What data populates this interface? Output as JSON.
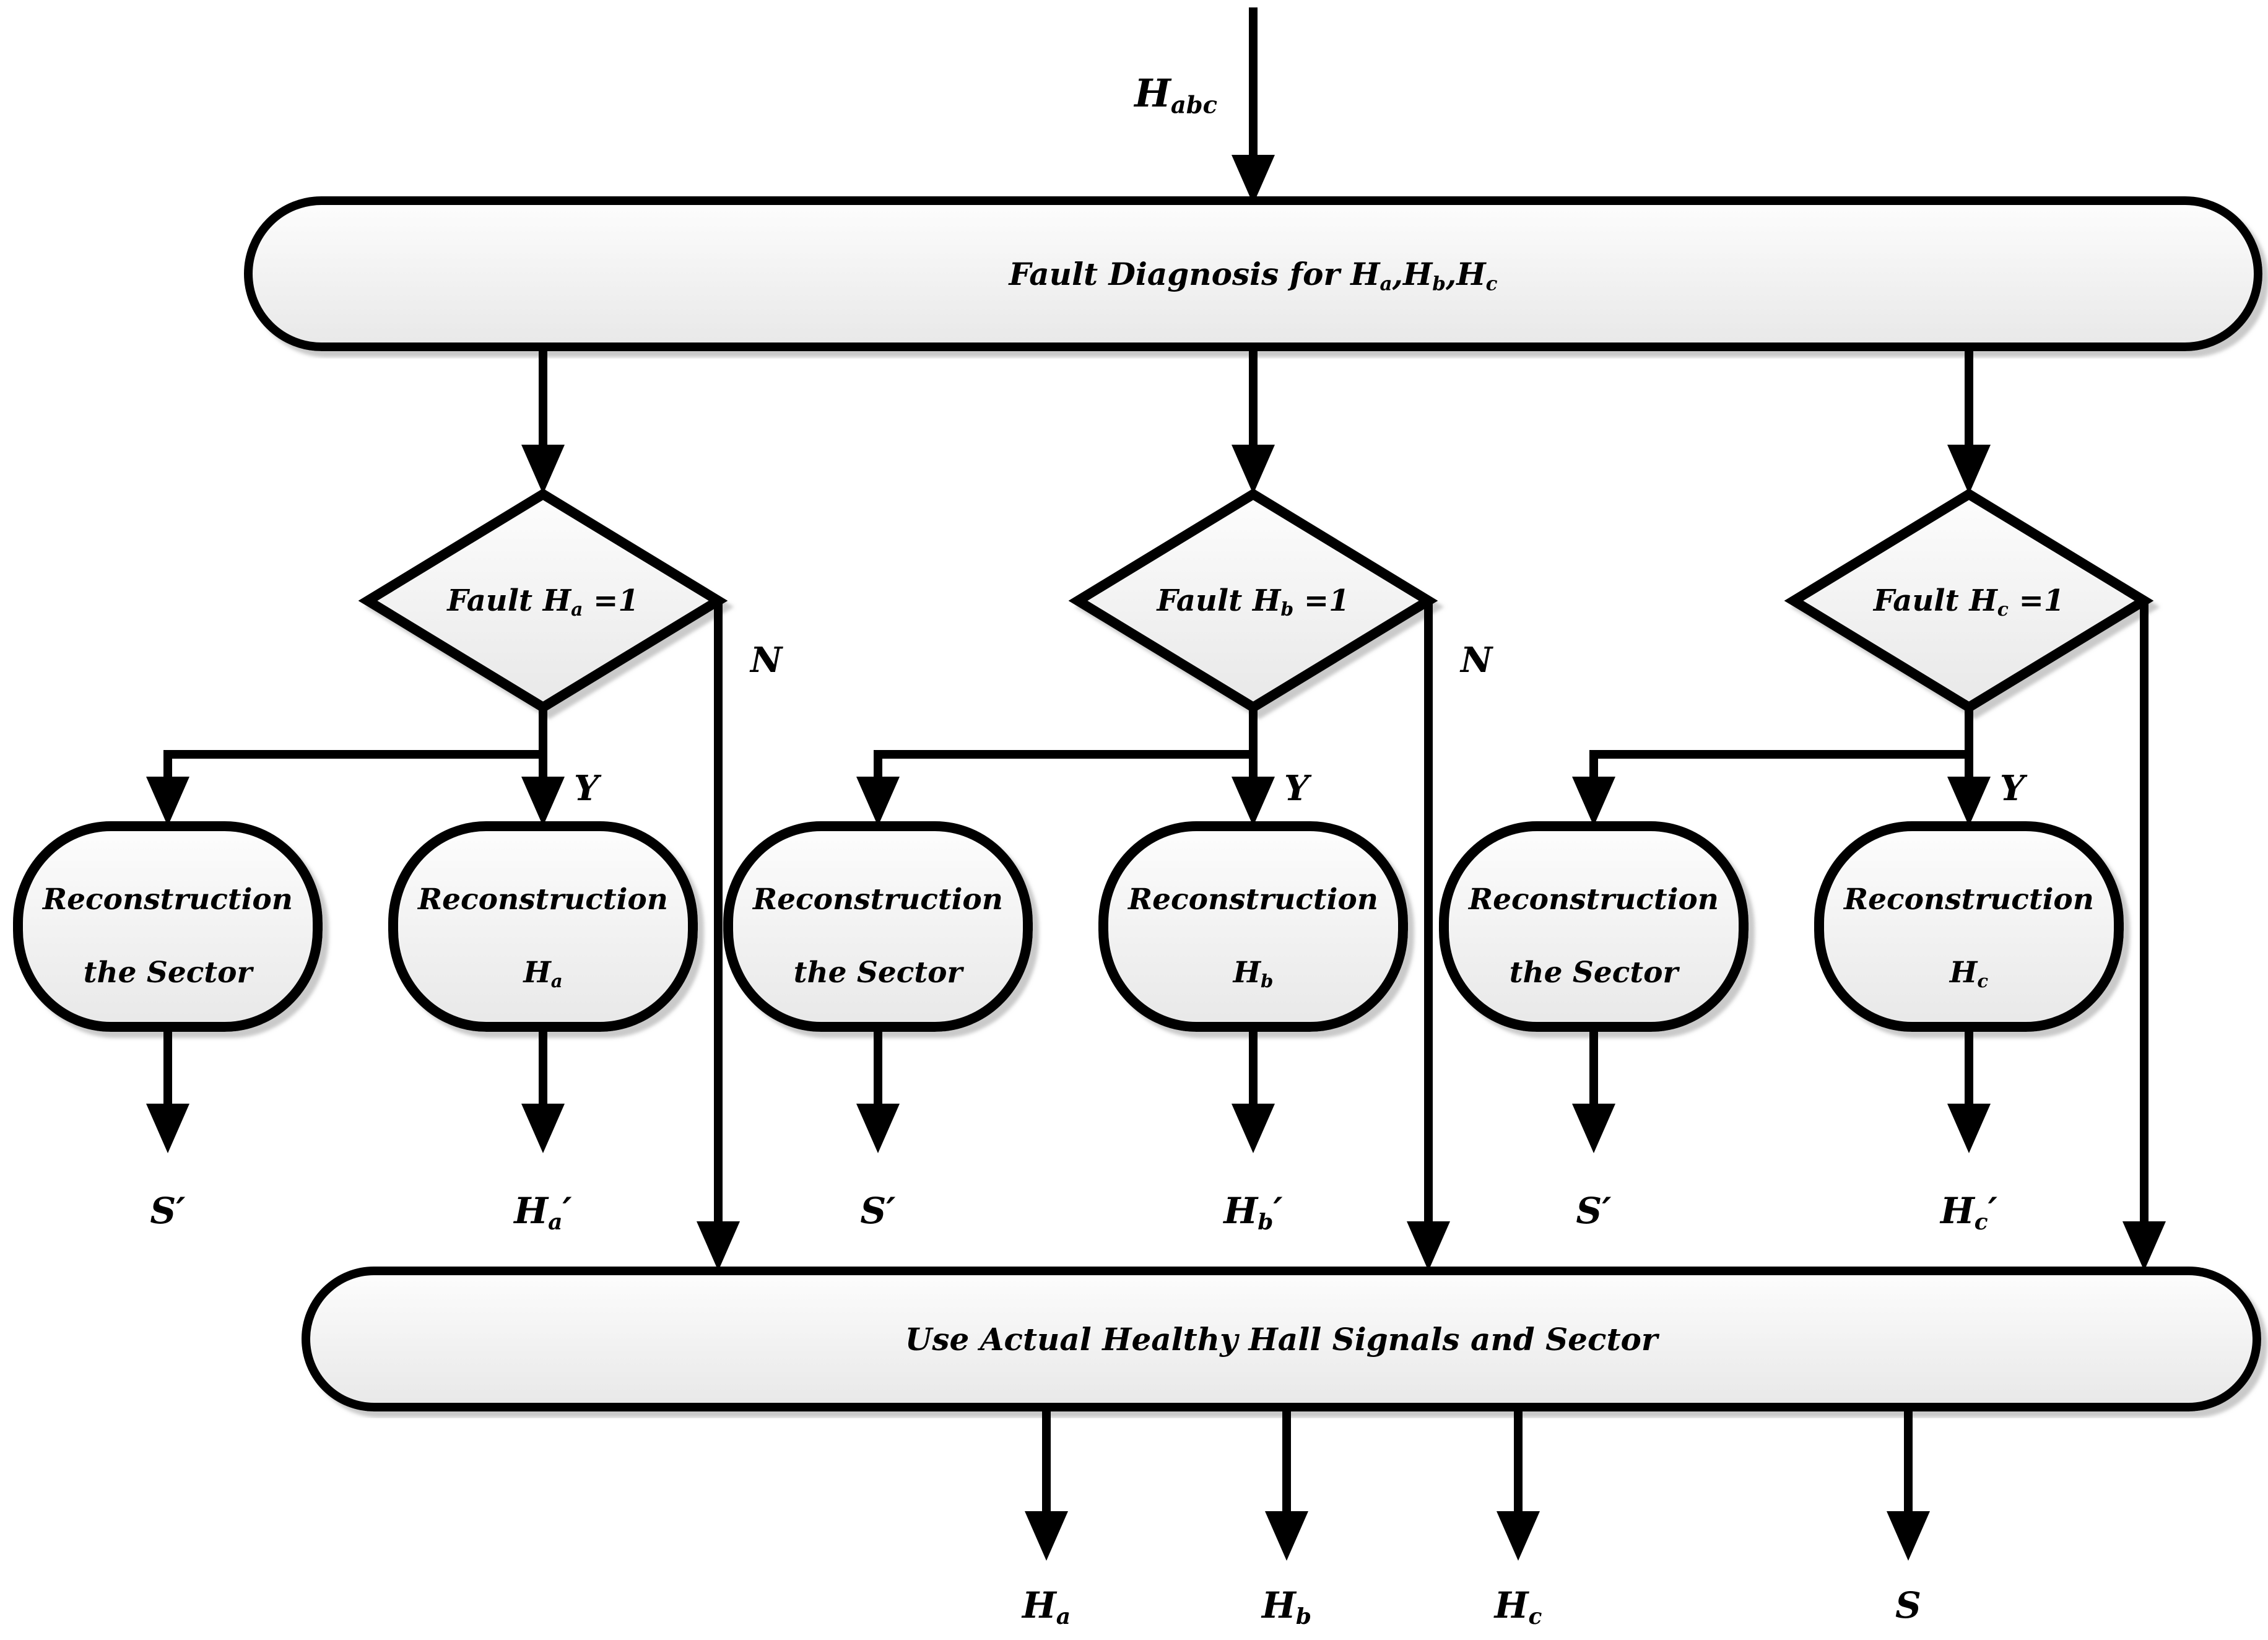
{
  "colors": {
    "ink": "#000000",
    "node_fill_top": "#fdfdfd",
    "node_fill_bottom": "#e8e8e8",
    "node_shadow": "#c4c4c4",
    "background": "#ffffff"
  },
  "input": {
    "label_segments": [
      {
        "t": "H"
      },
      {
        "t": "abc",
        "sub": true
      }
    ]
  },
  "fault_diagnosis": {
    "label_segments": [
      {
        "t": "Fault Diagnosis for H"
      },
      {
        "t": "a",
        "sub": true
      },
      {
        "t": ",H"
      },
      {
        "t": "b",
        "sub": true
      },
      {
        "t": ",H"
      },
      {
        "t": "c",
        "sub": true
      }
    ]
  },
  "branches": [
    {
      "id": "ha",
      "decision_segments": [
        {
          "t": "Fault H"
        },
        {
          "t": "a",
          "sub": true
        },
        {
          "t": " =1"
        }
      ],
      "no_label": "N",
      "yes_label": "Y",
      "sector_box": {
        "line1": "Reconstruction",
        "line2_segments": [
          {
            "t": "the Sector"
          }
        ],
        "output_segments": [
          {
            "t": "S"
          },
          {
            "t": "′"
          }
        ]
      },
      "hall_box": {
        "line1": "Reconstruction",
        "line2_segments": [
          {
            "t": "H"
          },
          {
            "t": "a",
            "sub": true
          }
        ],
        "output_segments": [
          {
            "t": "H"
          },
          {
            "t": "a",
            "sub": true
          },
          {
            "t": "′"
          }
        ]
      }
    },
    {
      "id": "hb",
      "decision_segments": [
        {
          "t": "Fault H"
        },
        {
          "t": "b",
          "sub": true
        },
        {
          "t": " =1"
        }
      ],
      "no_label": "N",
      "yes_label": "Y",
      "sector_box": {
        "line1": "Reconstruction",
        "line2_segments": [
          {
            "t": "the Sector"
          }
        ],
        "output_segments": [
          {
            "t": "S"
          },
          {
            "t": "′"
          }
        ]
      },
      "hall_box": {
        "line1": "Reconstruction",
        "line2_segments": [
          {
            "t": "H"
          },
          {
            "t": "b",
            "sub": true
          }
        ],
        "output_segments": [
          {
            "t": "H"
          },
          {
            "t": "b",
            "sub": true
          },
          {
            "t": "′"
          }
        ]
      }
    },
    {
      "id": "hc",
      "decision_segments": [
        {
          "t": "Fault H"
        },
        {
          "t": "c",
          "sub": true
        },
        {
          "t": " =1"
        }
      ],
      "no_label": null,
      "yes_label": "Y",
      "sector_box": {
        "line1": "Reconstruction",
        "line2_segments": [
          {
            "t": "the Sector"
          }
        ],
        "output_segments": [
          {
            "t": "S"
          },
          {
            "t": "′"
          }
        ]
      },
      "hall_box": {
        "line1": "Reconstruction",
        "line2_segments": [
          {
            "t": "H"
          },
          {
            "t": "c",
            "sub": true
          }
        ],
        "output_segments": [
          {
            "t": "H"
          },
          {
            "t": "c",
            "sub": true
          },
          {
            "t": "′"
          }
        ]
      }
    }
  ],
  "merge_box": {
    "label": "Use Actual Healthy Hall Signals and Sector"
  },
  "final_outputs": [
    {
      "label_segments": [
        {
          "t": "H"
        },
        {
          "t": "a",
          "sub": true
        }
      ]
    },
    {
      "label_segments": [
        {
          "t": "H"
        },
        {
          "t": "b",
          "sub": true
        }
      ]
    },
    {
      "label_segments": [
        {
          "t": "H"
        },
        {
          "t": "c",
          "sub": true
        }
      ]
    },
    {
      "label_segments": [
        {
          "t": "S"
        }
      ]
    }
  ]
}
